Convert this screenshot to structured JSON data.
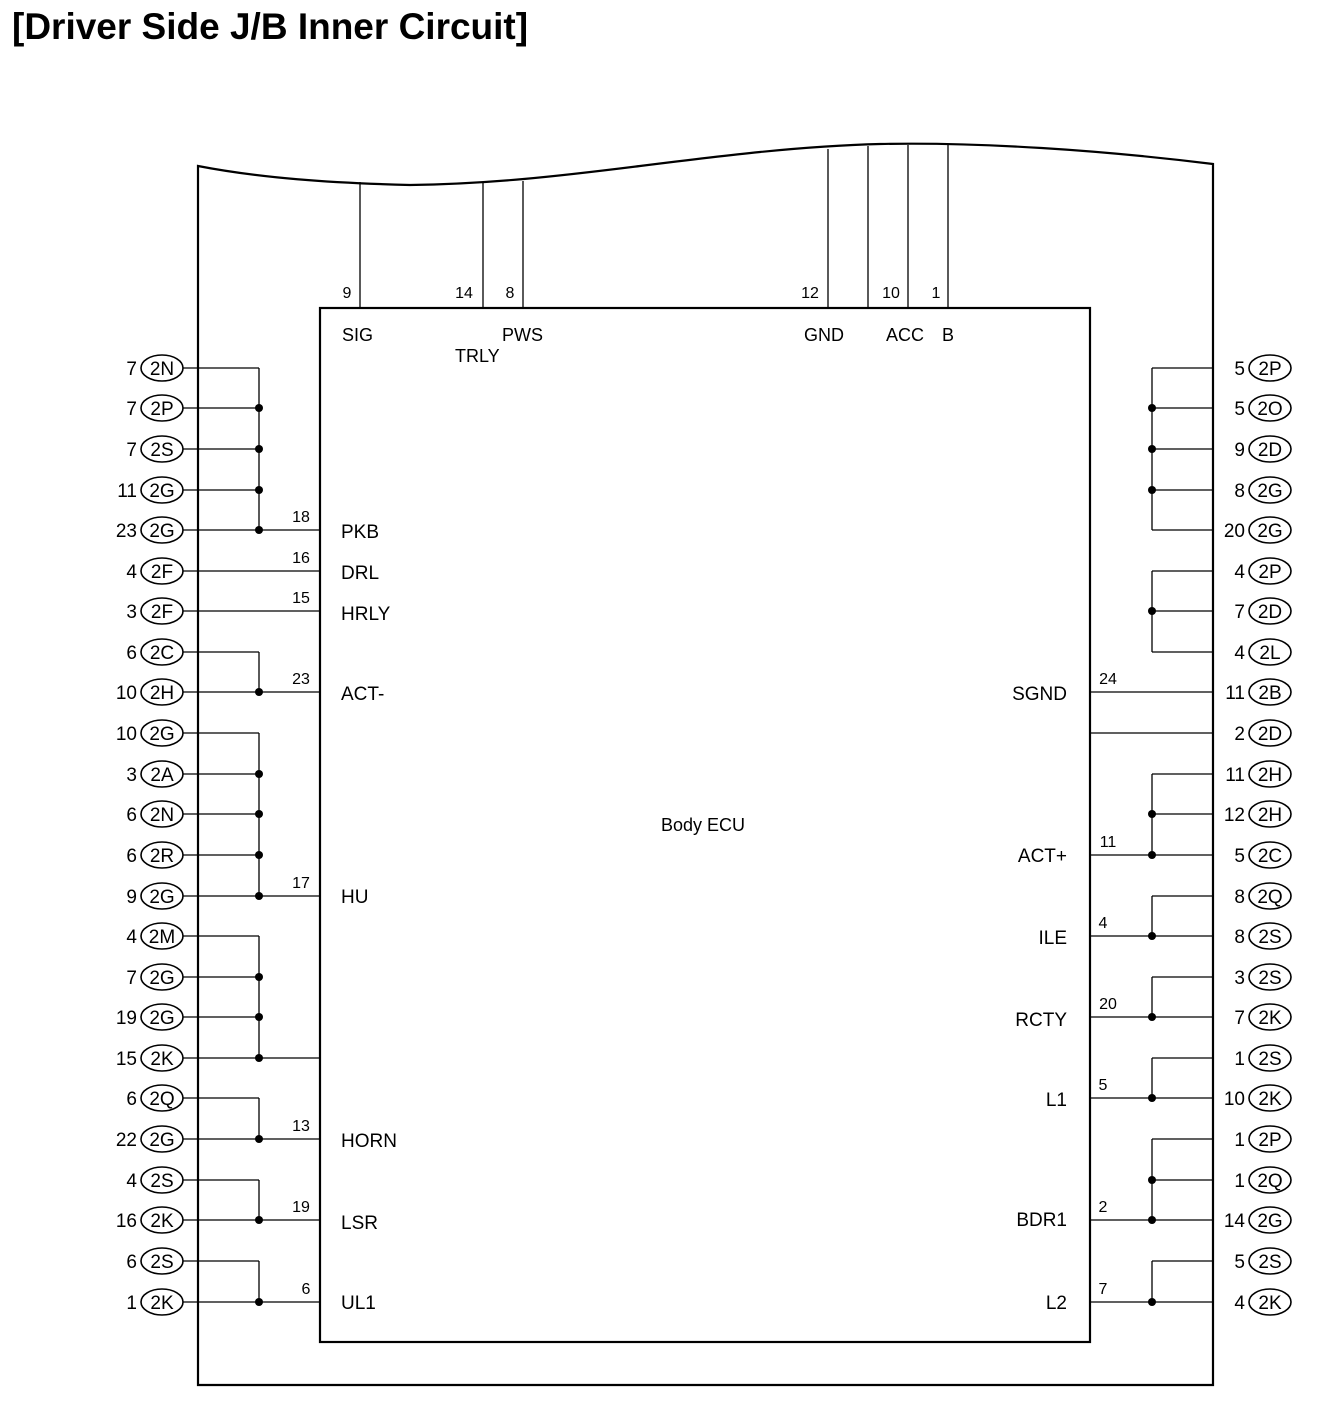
{
  "title": "[Driver Side J/B Inner Circuit]",
  "ecu_label": "Body ECU",
  "top_pins": [
    {
      "pin": "9",
      "signal": "SIG"
    },
    {
      "pin": "14",
      "signal": "TRLY"
    },
    {
      "pin": "8",
      "signal": "PWS"
    },
    {
      "pin": "12",
      "signal": "GND"
    },
    {
      "pin": "10",
      "signal": "ACC"
    },
    {
      "pin": "1",
      "signal": "B"
    }
  ],
  "left_pins": [
    {
      "pin": "18",
      "signal": "PKB"
    },
    {
      "pin": "16",
      "signal": "DRL"
    },
    {
      "pin": "15",
      "signal": "HRLY"
    },
    {
      "pin": "23",
      "signal": "ACT-"
    },
    {
      "pin": "17",
      "signal": "HU"
    },
    {
      "pin": "13",
      "signal": "HORN"
    },
    {
      "pin": "19",
      "signal": "LSR"
    },
    {
      "pin": "6",
      "signal": "UL1"
    }
  ],
  "right_pins": [
    {
      "pin": "24",
      "signal": "SGND"
    },
    {
      "pin": "11",
      "signal": "ACT+"
    },
    {
      "pin": "4",
      "signal": "ILE"
    },
    {
      "pin": "20",
      "signal": "RCTY"
    },
    {
      "pin": "5",
      "signal": "L1"
    },
    {
      "pin": "2",
      "signal": "BDR1"
    },
    {
      "pin": "7",
      "signal": "L2"
    }
  ],
  "left_connectors": [
    {
      "num": "7",
      "conn": "2N"
    },
    {
      "num": "7",
      "conn": "2P"
    },
    {
      "num": "7",
      "conn": "2S"
    },
    {
      "num": "11",
      "conn": "2G"
    },
    {
      "num": "23",
      "conn": "2G"
    },
    {
      "num": "4",
      "conn": "2F"
    },
    {
      "num": "3",
      "conn": "2F"
    },
    {
      "num": "6",
      "conn": "2C"
    },
    {
      "num": "10",
      "conn": "2H"
    },
    {
      "num": "10",
      "conn": "2G"
    },
    {
      "num": "3",
      "conn": "2A"
    },
    {
      "num": "6",
      "conn": "2N"
    },
    {
      "num": "6",
      "conn": "2R"
    },
    {
      "num": "9",
      "conn": "2G"
    },
    {
      "num": "4",
      "conn": "2M"
    },
    {
      "num": "7",
      "conn": "2G"
    },
    {
      "num": "19",
      "conn": "2G"
    },
    {
      "num": "15",
      "conn": "2K"
    },
    {
      "num": "6",
      "conn": "2Q"
    },
    {
      "num": "22",
      "conn": "2G"
    },
    {
      "num": "4",
      "conn": "2S"
    },
    {
      "num": "16",
      "conn": "2K"
    },
    {
      "num": "6",
      "conn": "2S"
    },
    {
      "num": "1",
      "conn": "2K"
    }
  ],
  "right_connectors": [
    {
      "num": "5",
      "conn": "2P"
    },
    {
      "num": "5",
      "conn": "2O"
    },
    {
      "num": "9",
      "conn": "2D"
    },
    {
      "num": "8",
      "conn": "2G"
    },
    {
      "num": "20",
      "conn": "2G"
    },
    {
      "num": "4",
      "conn": "2P"
    },
    {
      "num": "7",
      "conn": "2D"
    },
    {
      "num": "4",
      "conn": "2L"
    },
    {
      "num": "11",
      "conn": "2B"
    },
    {
      "num": "2",
      "conn": "2D"
    },
    {
      "num": "11",
      "conn": "2H"
    },
    {
      "num": "12",
      "conn": "2H"
    },
    {
      "num": "5",
      "conn": "2C"
    },
    {
      "num": "8",
      "conn": "2Q"
    },
    {
      "num": "8",
      "conn": "2S"
    },
    {
      "num": "3",
      "conn": "2S"
    },
    {
      "num": "7",
      "conn": "2K"
    },
    {
      "num": "1",
      "conn": "2S"
    },
    {
      "num": "10",
      "conn": "2K"
    },
    {
      "num": "1",
      "conn": "2P"
    },
    {
      "num": "1",
      "conn": "2Q"
    },
    {
      "num": "14",
      "conn": "2G"
    },
    {
      "num": "5",
      "conn": "2S"
    },
    {
      "num": "4",
      "conn": "2K"
    }
  ]
}
